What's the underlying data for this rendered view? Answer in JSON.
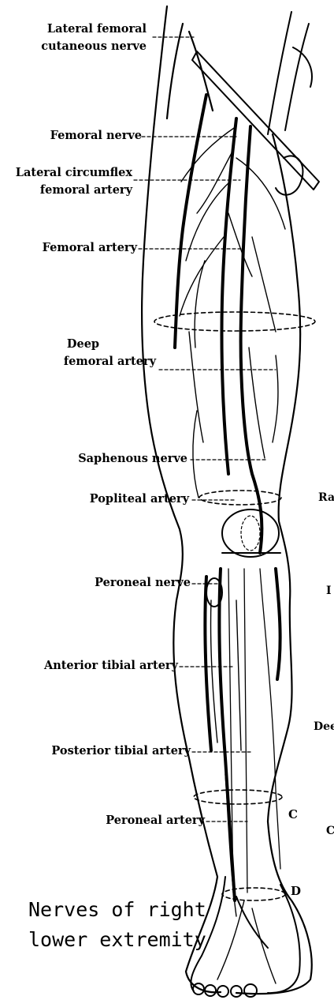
{
  "labels": {
    "lateral_femoral_cutaneous": [
      "Lateral femoral",
      "cutaneous nerve"
    ],
    "femoral_nerve": "Femoral nerve",
    "lateral_circumflex": [
      "Lateral circumflex",
      "femoral artery"
    ],
    "femoral_artery": "Femoral artery",
    "deep_femoral": [
      "Deep",
      "femoral artery"
    ],
    "saphenous_nerve": "Saphenous nerve",
    "popliteal_artery": "Popliteal artery",
    "peroneal_nerve": "Peroneal nerve",
    "anterior_tibial": "Anterior tibial artery",
    "posterior_tibial": "Posterior tibial artery",
    "peroneal_artery": "Peroneal artery"
  },
  "section_letters": {
    "c": "C",
    "d": "D"
  },
  "clipped_side_text": {
    "ra": "Ra",
    "i": "I",
    "dee": "Dee",
    "c": "C"
  },
  "caption": [
    "Nerves of right",
    "lower extremity"
  ]
}
